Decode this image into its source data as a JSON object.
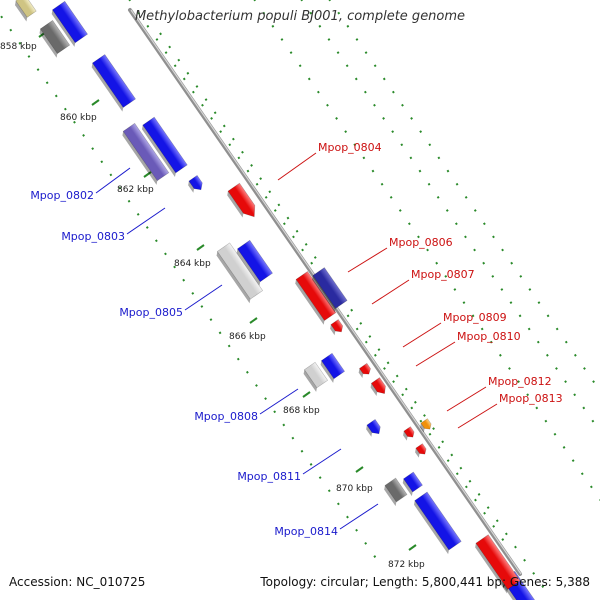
{
  "title": "Methylobacterium populi BJ001, complete genome",
  "footer": {
    "accession": "Accession: NC_010725",
    "summary": "Topology: circular; Length: 5,800,441 bp; Genes: 5,388"
  },
  "colors": {
    "blue": "#1414e6",
    "navy": "#2a2aa0",
    "purple": "#6a5ab8",
    "gray": "#8a8a8a",
    "dark_gray": "#6a6a6a",
    "light_gray": "#d0d0d0",
    "red": "#e60a0a",
    "orange": "#f0900a",
    "khaki": "#cfc483",
    "backbone": "#909090",
    "guide": "#2a8a2a",
    "label_blue": "#1a1acc",
    "label_red": "#cc1111"
  },
  "ticks": [
    "858 kbp",
    "860 kbp",
    "862 kbp",
    "864 kbp",
    "866 kbp",
    "868 kbp",
    "870 kbp",
    "872 kbp"
  ],
  "genes": [
    {
      "id": "Mpop_0802",
      "strand": "minus"
    },
    {
      "id": "Mpop_0803",
      "strand": "minus"
    },
    {
      "id": "Mpop_0804",
      "strand": "plus"
    },
    {
      "id": "Mpop_0805",
      "strand": "minus"
    },
    {
      "id": "Mpop_0806",
      "strand": "plus"
    },
    {
      "id": "Mpop_0807",
      "strand": "plus"
    },
    {
      "id": "Mpop_0808",
      "strand": "minus"
    },
    {
      "id": "Mpop_0809",
      "strand": "plus"
    },
    {
      "id": "Mpop_0810",
      "strand": "plus"
    },
    {
      "id": "Mpop_0811",
      "strand": "minus"
    },
    {
      "id": "Mpop_0812",
      "strand": "plus"
    },
    {
      "id": "Mpop_0813",
      "strand": "plus"
    },
    {
      "id": "Mpop_0814",
      "strand": "minus"
    }
  ]
}
